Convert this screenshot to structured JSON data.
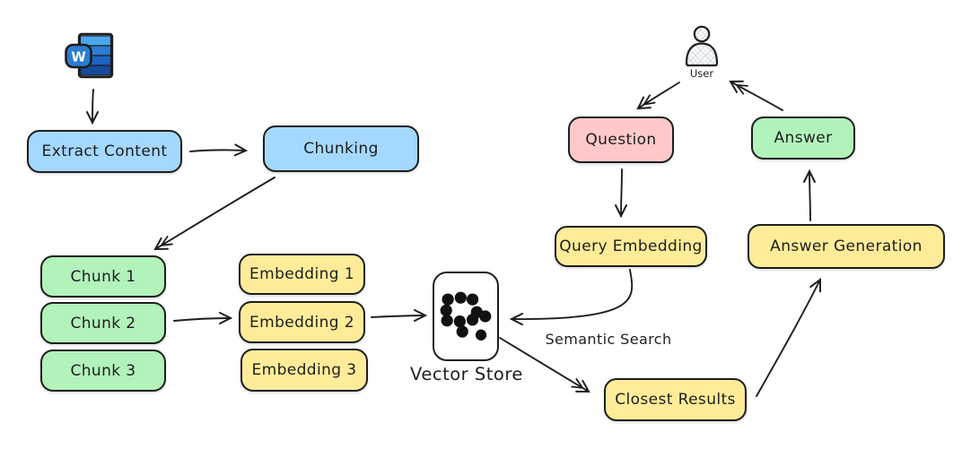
{
  "colors": {
    "stroke": "#1e1e1e",
    "blue": "#a5d8ff",
    "green": "#b2f2bb",
    "yellow": "#ffec99",
    "pink": "#ffc9c9",
    "white": "#ffffff",
    "word_stripe_1": "#4aa7ee",
    "word_stripe_2": "#2b7cd3",
    "word_stripe_3": "#1e63c4",
    "word_stripe_4": "#17499c"
  },
  "nodes": {
    "extract_content": {
      "label": "Extract Content",
      "fill": "#a5d8ff"
    },
    "chunking": {
      "label": "Chunking",
      "fill": "#a5d8ff"
    },
    "chunk_1": {
      "label": "Chunk 1",
      "fill": "#b2f2bb"
    },
    "chunk_2": {
      "label": "Chunk 2",
      "fill": "#b2f2bb"
    },
    "chunk_3": {
      "label": "Chunk 3",
      "fill": "#b2f2bb"
    },
    "embedding_1": {
      "label": "Embedding 1",
      "fill": "#ffec99"
    },
    "embedding_2": {
      "label": "Embedding 2",
      "fill": "#ffec99"
    },
    "embedding_3": {
      "label": "Embedding 3",
      "fill": "#ffec99"
    },
    "question": {
      "label": "Question",
      "fill": "#ffc9c9"
    },
    "query_embedding": {
      "label": "Query Embedding",
      "fill": "#ffec99"
    },
    "closest_results": {
      "label": "Closest Results",
      "fill": "#ffec99"
    },
    "answer_generation": {
      "label": "Answer Generation",
      "fill": "#ffec99"
    },
    "answer": {
      "label": "Answer",
      "fill": "#b2f2bb"
    }
  },
  "labels": {
    "vector_store": "Vector Store",
    "user": "User",
    "semantic_search": "Semantic Search"
  },
  "icons": {
    "word_document": "word-document-icon",
    "word_letter": "W",
    "user_person": "person-icon",
    "vector_store_dots": "dot-cluster-icon"
  }
}
